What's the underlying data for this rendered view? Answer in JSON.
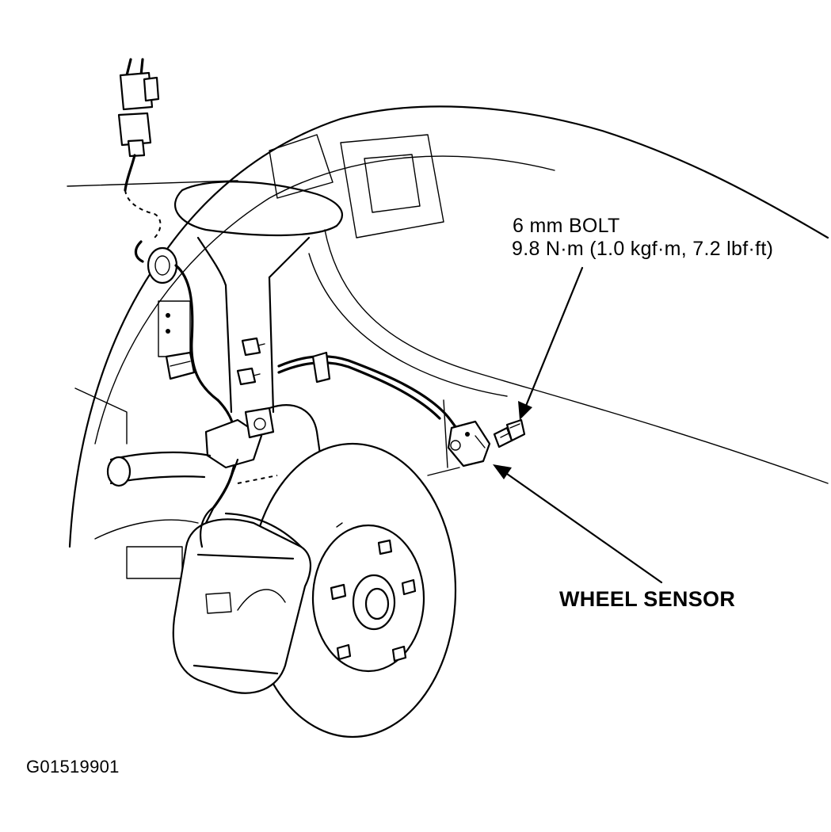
{
  "labels": {
    "bolt_line1": "6 mm BOLT",
    "bolt_line2": "9.8 N·m (1.0 kgf·m, 7.2 lbf·ft)",
    "wheel_sensor": "WHEEL SENSOR",
    "figure_code": "G01519901"
  },
  "colors": {
    "ink": "#000000",
    "paper": "#ffffff"
  }
}
